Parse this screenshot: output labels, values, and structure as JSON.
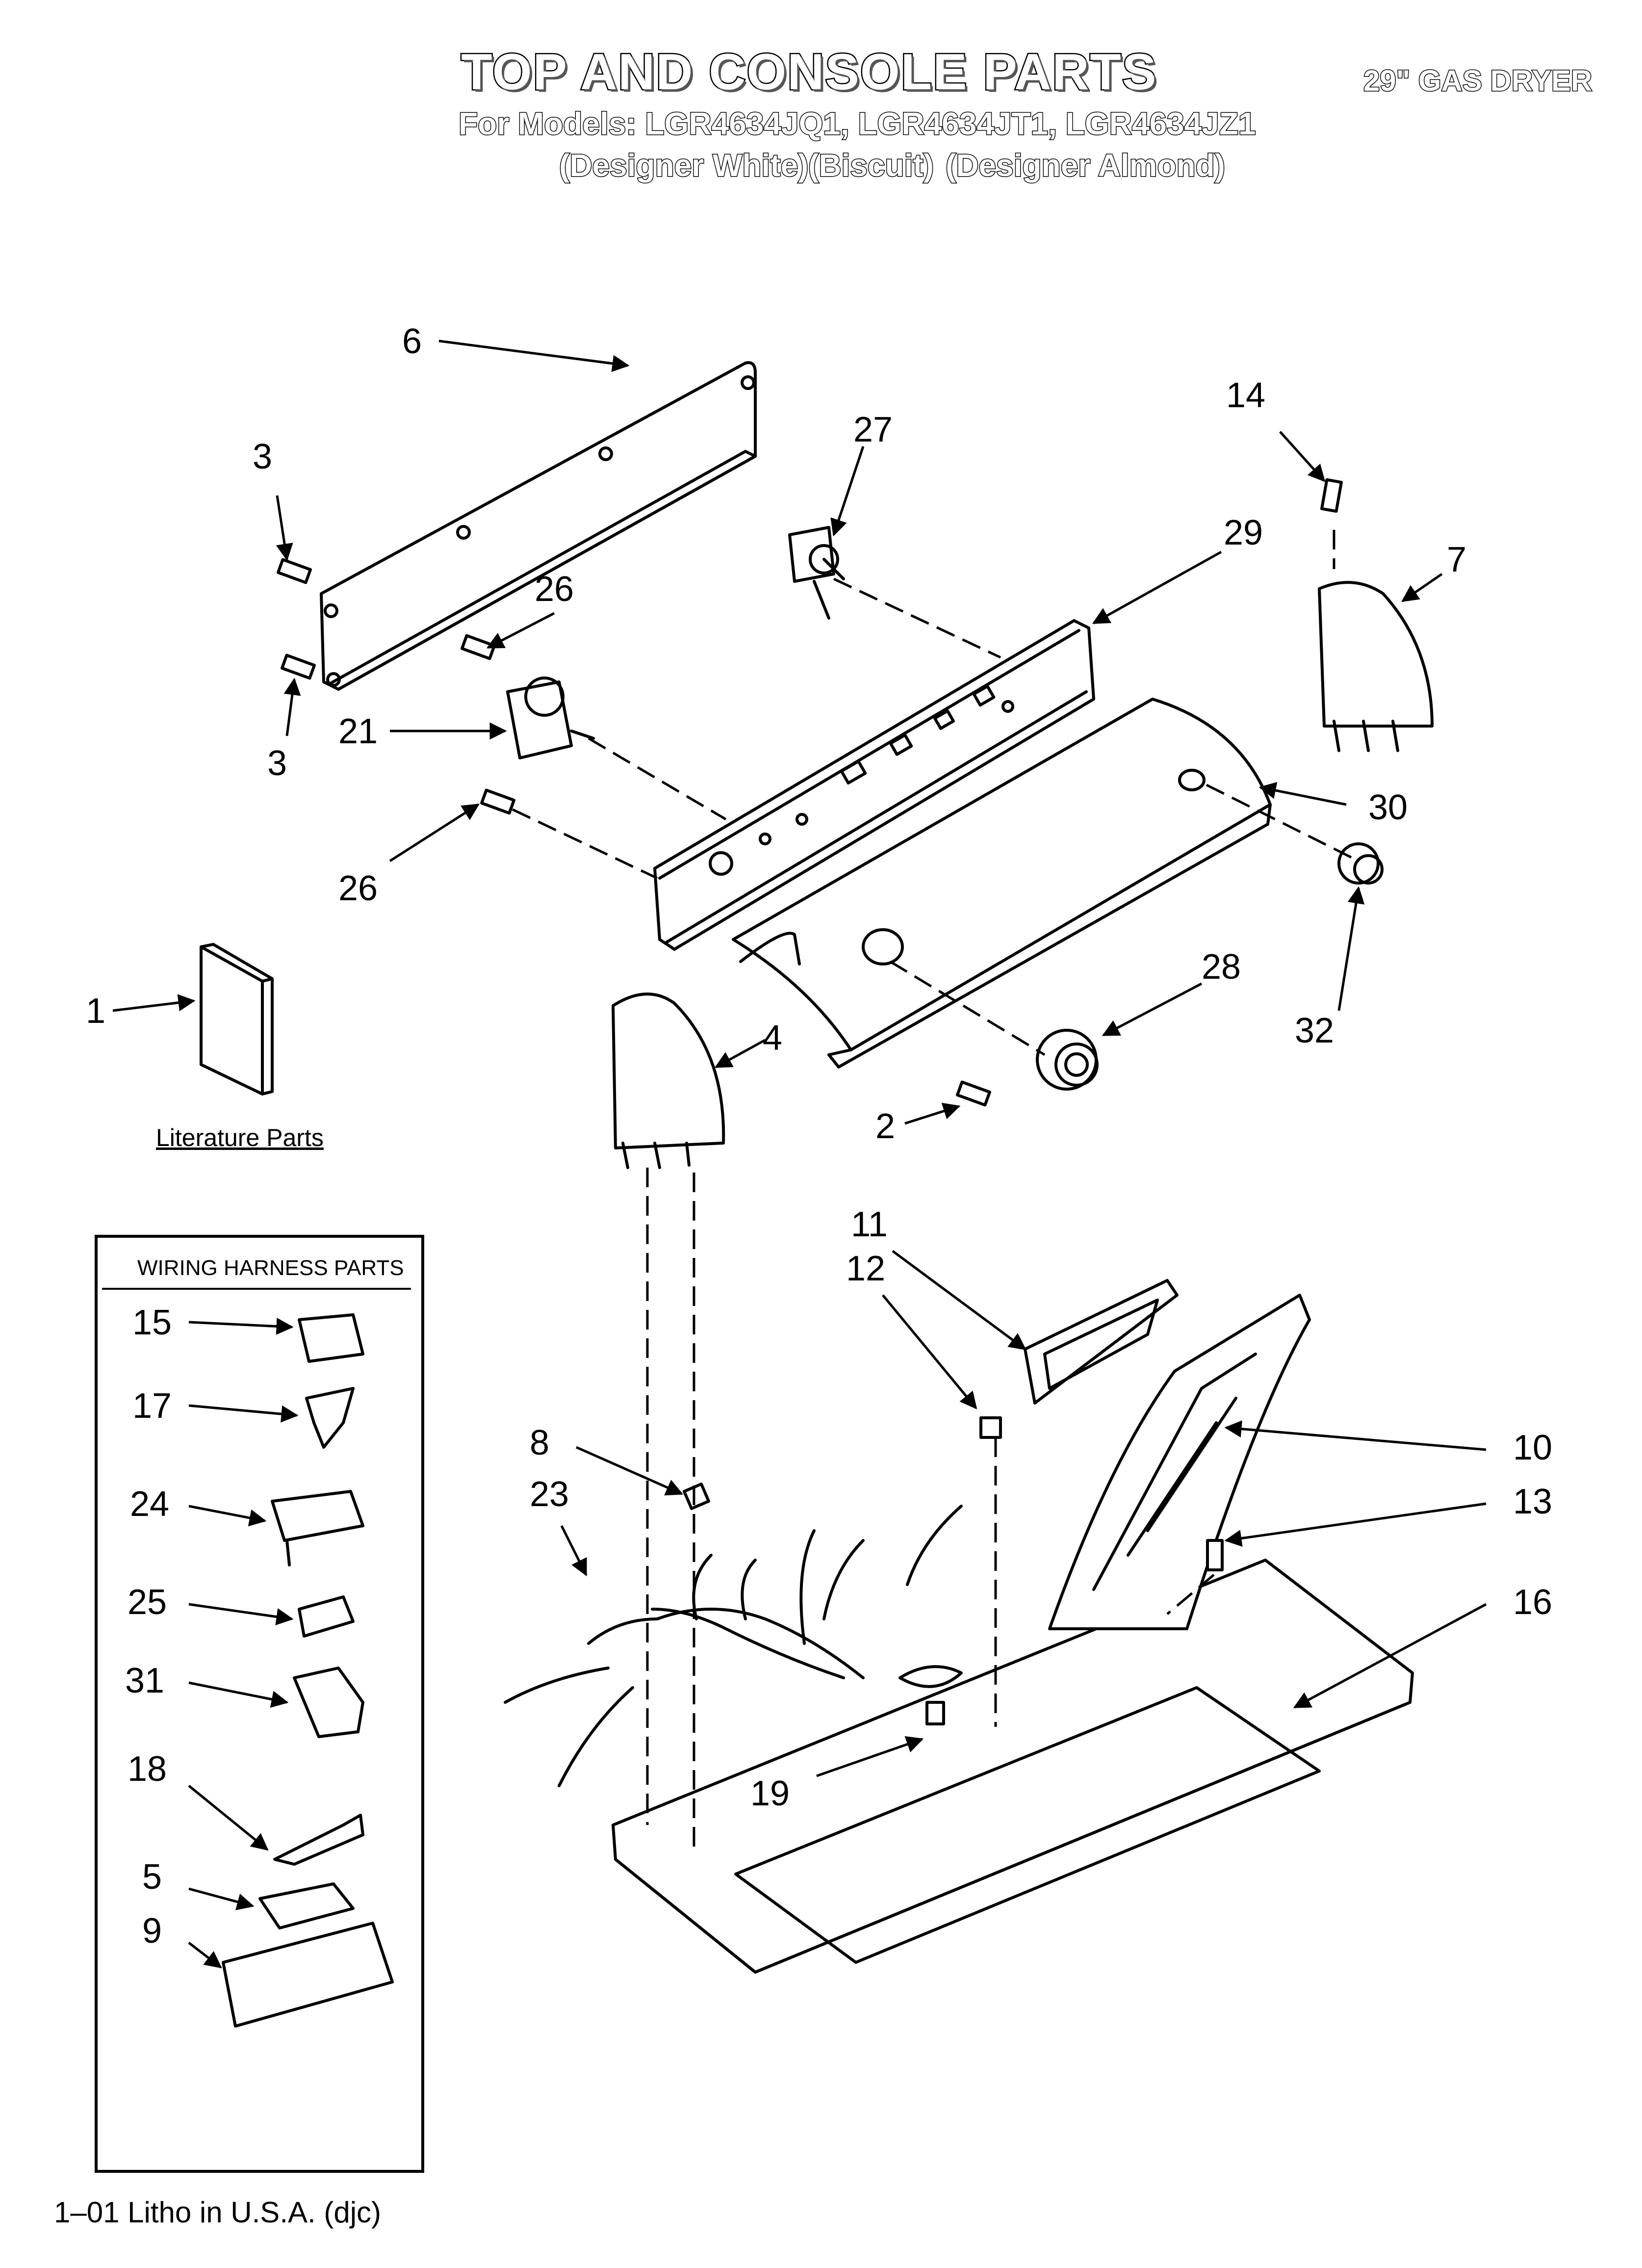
{
  "header": {
    "title": "TOP AND CONSOLE PARTS",
    "product": "29\" GAS DRYER",
    "models": "For Models: LGR4634JQ1, LGR4634JT1, LGR4634JZ1",
    "finishes": [
      "(Designer White)",
      "(Biscuit)",
      "(Designer Almond)"
    ]
  },
  "footer": {
    "litho": "1–01 Litho in U.S.A. (djc)"
  },
  "literature": {
    "label": "Literature Parts"
  },
  "wiring_harness": {
    "title": "WIRING HARNESS PARTS",
    "items": [
      "15",
      "17",
      "24",
      "25",
      "31",
      "18",
      "5",
      "9"
    ]
  },
  "callouts": [
    "6",
    "3",
    "3",
    "26",
    "26",
    "21",
    "27",
    "29",
    "14",
    "7",
    "30",
    "32",
    "28",
    "4",
    "1",
    "2",
    "11",
    "12",
    "8",
    "23",
    "10",
    "13",
    "16",
    "19"
  ],
  "colors": {
    "line": "#000000",
    "background": "#ffffff"
  }
}
